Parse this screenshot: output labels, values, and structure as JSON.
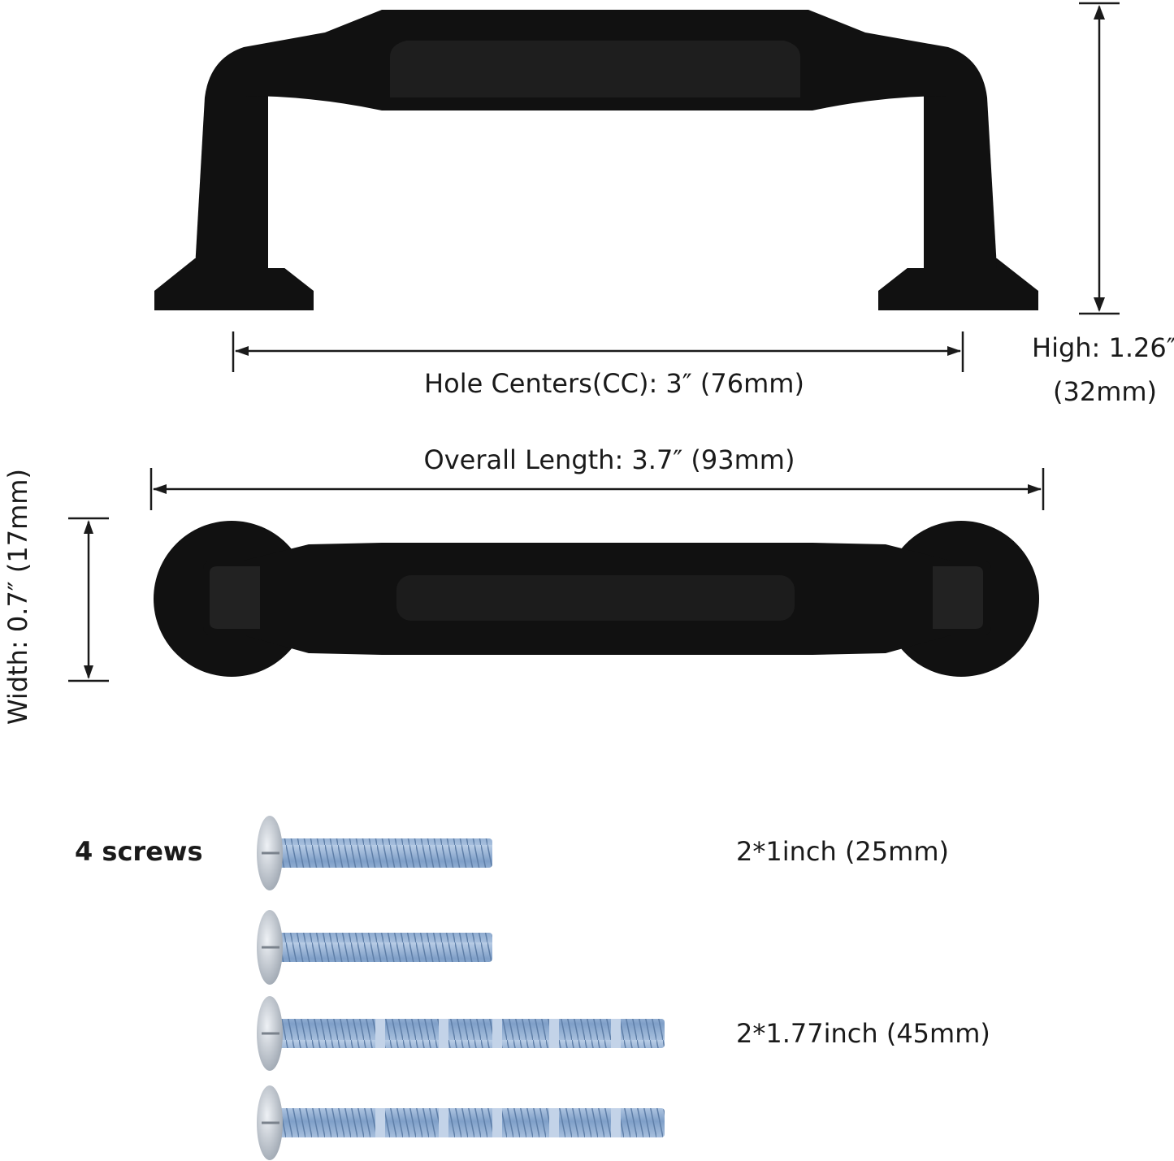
{
  "dimensions": {
    "high_label": "High: 1.26″",
    "high_metric": "(32mm)",
    "hole_centers": "Hole Centers(CC): 3″ (76mm)",
    "overall_length": "Overall Length: 3.7″ (93mm)",
    "width": "Width: 0.7″ (17mm)"
  },
  "screws": {
    "title": "4 screws",
    "short_label": "2*1inch (25mm)",
    "long_label": "2*1.77inch (45mm)"
  },
  "colors": {
    "handle": "#111111",
    "handle_highlight": "#2a2a2a",
    "screw_blue": "#8fb0d6",
    "screw_head": "#c9ced6",
    "dimension_line": "#1a1a1a"
  }
}
